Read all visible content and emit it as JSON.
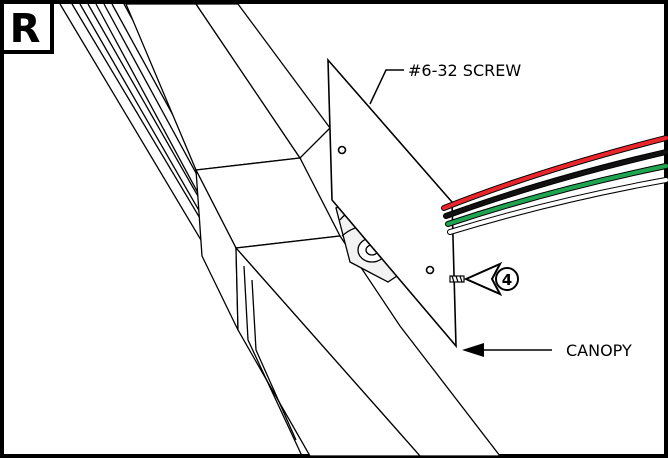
{
  "panel_letter": "R",
  "callouts": {
    "screw_label": "#6-32 SCREW",
    "canopy_label": "CANOPY"
  },
  "step_number": "4",
  "wire_colors": [
    "#e8262b",
    "#111111",
    "#1fa552",
    "#ffffff"
  ]
}
